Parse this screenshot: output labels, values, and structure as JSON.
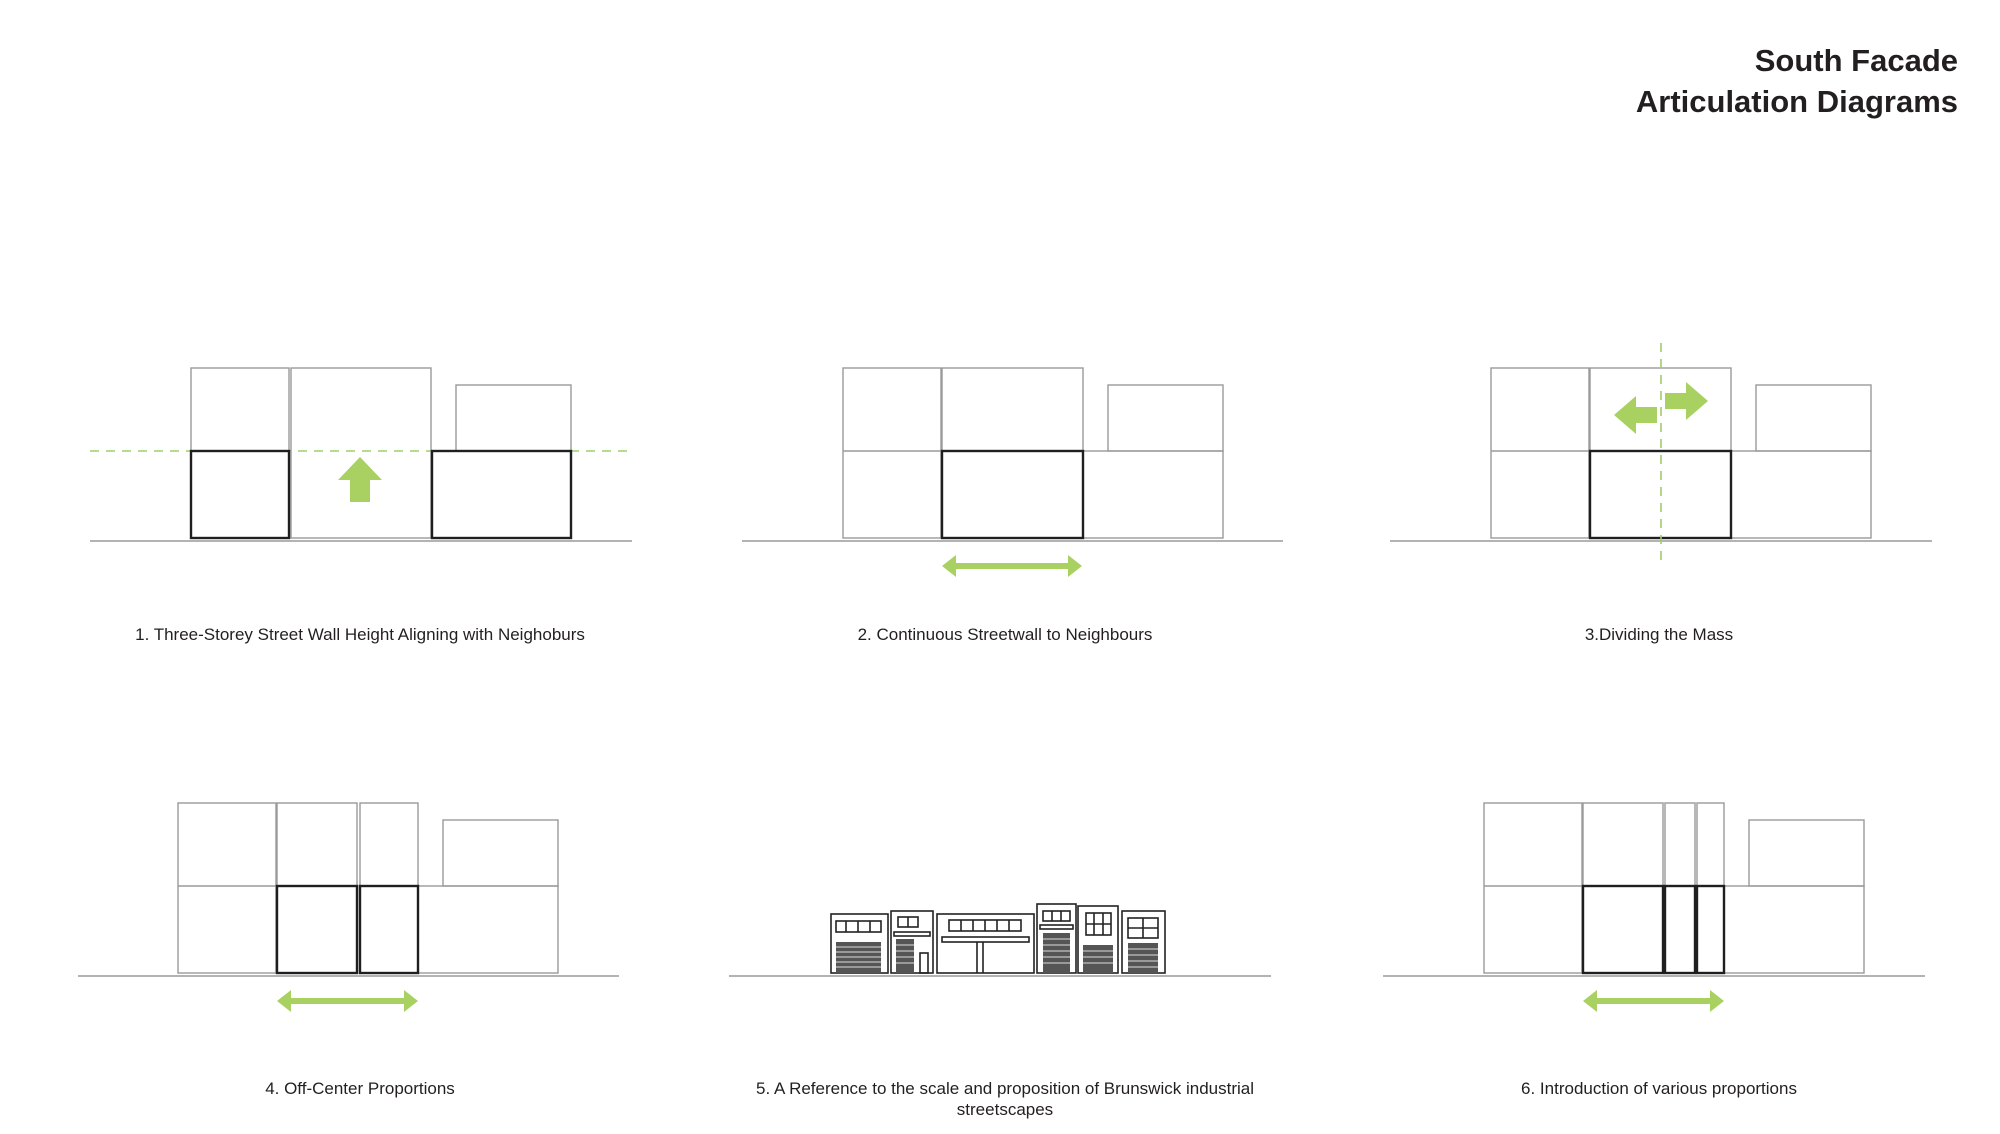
{
  "header": {
    "title_line1": "South Facade",
    "title_line2": "Articulation Diagrams"
  },
  "colors": {
    "accent": "#a9d162",
    "outline": "#9a9a9a",
    "emphasis": "#1f1f1f"
  },
  "diagrams": [
    {
      "caption": "1. Three-Storey Street Wall Height Aligning with Neighoburs"
    },
    {
      "caption": "2. Continuous Streetwall to Neighbours"
    },
    {
      "caption": "3.Dividing the Mass"
    },
    {
      "caption": "4. Off-Center Proportions"
    },
    {
      "caption": "5. A Reference to the scale and proposition of Brunswick industrial streetscapes"
    },
    {
      "caption": "6. Introduction of various proportions"
    }
  ]
}
